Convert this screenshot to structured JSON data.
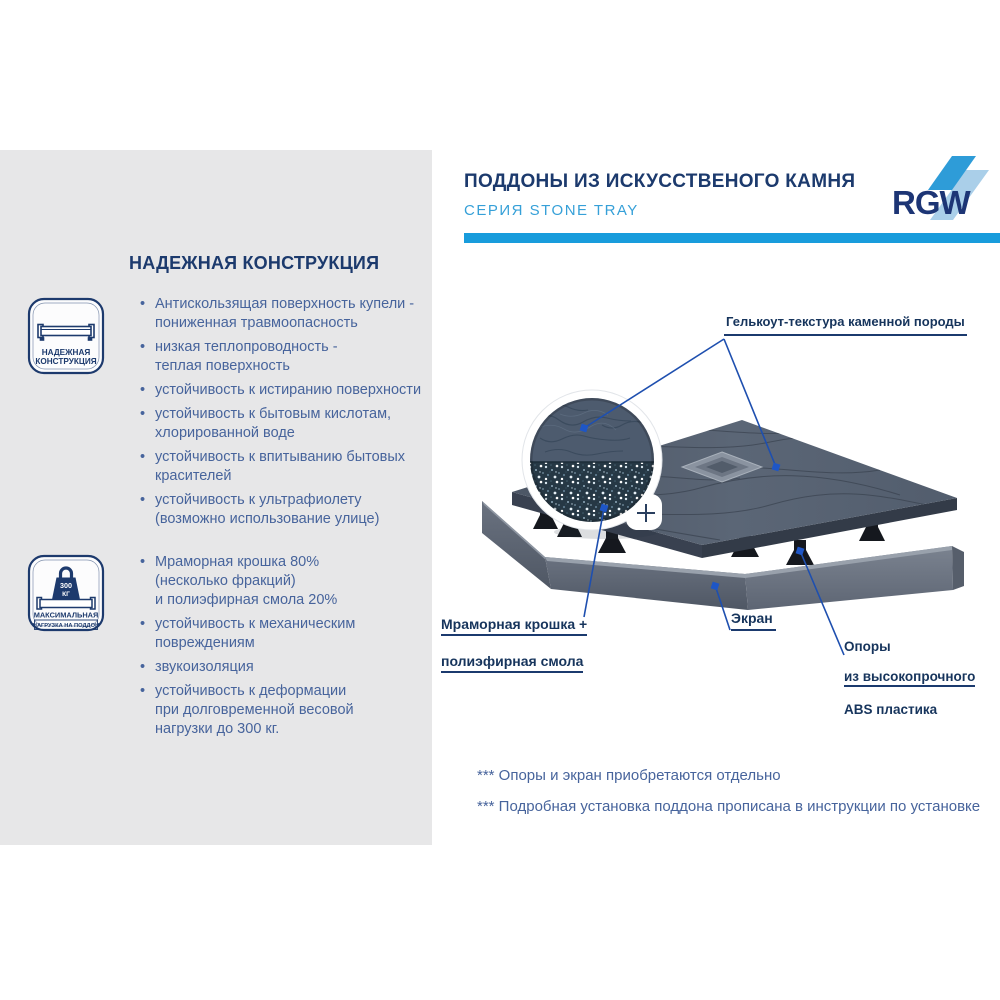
{
  "header": {
    "title": "ПОДДОНЫ ИЗ ИСКУССТВЕНОГО КАМНЯ",
    "subtitle": "СЕРИЯ STONE TRAY",
    "logo_text": "RGW",
    "accent_bar_color": "#189cdc"
  },
  "left_panel": {
    "heading": "НАДЕЖНАЯ КОНСТРУКЦИЯ",
    "icon_reliable": {
      "line1": "НАДЕЖНАЯ",
      "line2": "КОНСТРУКЦИЯ"
    },
    "icon_max_load": {
      "weight_value": "300",
      "weight_unit": "КГ",
      "line1": "МАКСИМАЛЬНАЯ",
      "line2": "НАГРУЗКА НА ПОДДОН"
    },
    "bullets_1": [
      "Антискользящая поверхность купели -\nпониженная травмоопасность",
      "низкая теплопроводность -\nтеплая поверхность",
      "устойчивость к истиранию поверхности",
      "устойчивость к бытовым кислотам,\nхлорированной воде",
      "устойчивость к впитыванию бытовых\nкрасителей",
      "устойчивость к ультрафиолету\n(возможно использование улице)"
    ],
    "bullets_2": [
      "Мраморная крошка 80%\n(несколько фракций)\nи полиэфирная смола 20%",
      "устойчивость к механическим\nповреждениям",
      "звукоизоляция",
      "устойчивость к деформации\nпри долговременной весовой\nнагрузки до 300 кг."
    ]
  },
  "diagram": {
    "callouts": {
      "gelcoat": "Гелькоут-текстура каменной породы",
      "marble_line1": "Мраморная крошка +",
      "marble_line2": "полиэфирная смола",
      "screen": "Экран",
      "supports_line1": "Опоры",
      "supports_line2": "из высокопрочного",
      "supports_line3": "ABS пластика"
    },
    "plus_sign": "+",
    "colors": {
      "tray_top": "#545f6f",
      "tray_side": "#394150",
      "skirt": "#6e7684",
      "leader_line": "#1e4faf",
      "marker": "#1e56c6",
      "navy": "#1c3a6d",
      "text_blue": "#47649c",
      "callout_navy": "#16345c"
    }
  },
  "footnotes": [
    "*** Опоры и экран приобретаются отдельно",
    "*** Подробная установка поддона прописана в инструкции по установке"
  ]
}
